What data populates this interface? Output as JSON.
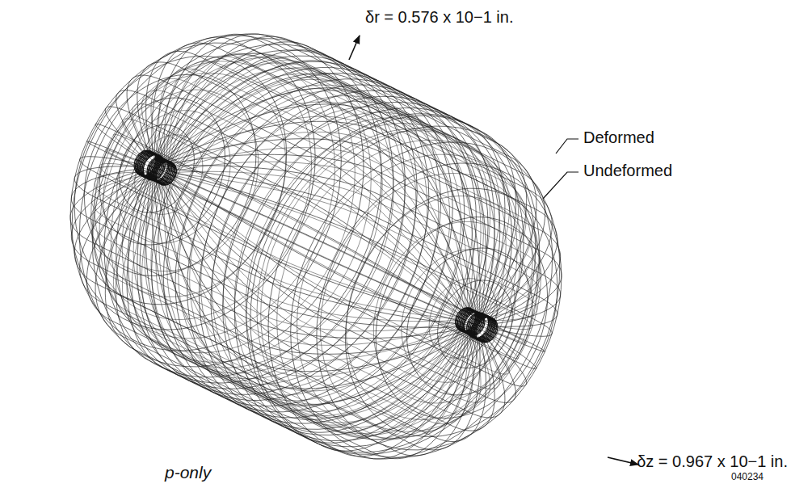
{
  "diagram": {
    "caption": "p-only",
    "labels": [
      "δr = 0.576 x 10−1 in.",
      "δz = 0.967 x 10−1 in.",
      "Deformed",
      "Undeformed",
      "040234"
    ]
  }
}
